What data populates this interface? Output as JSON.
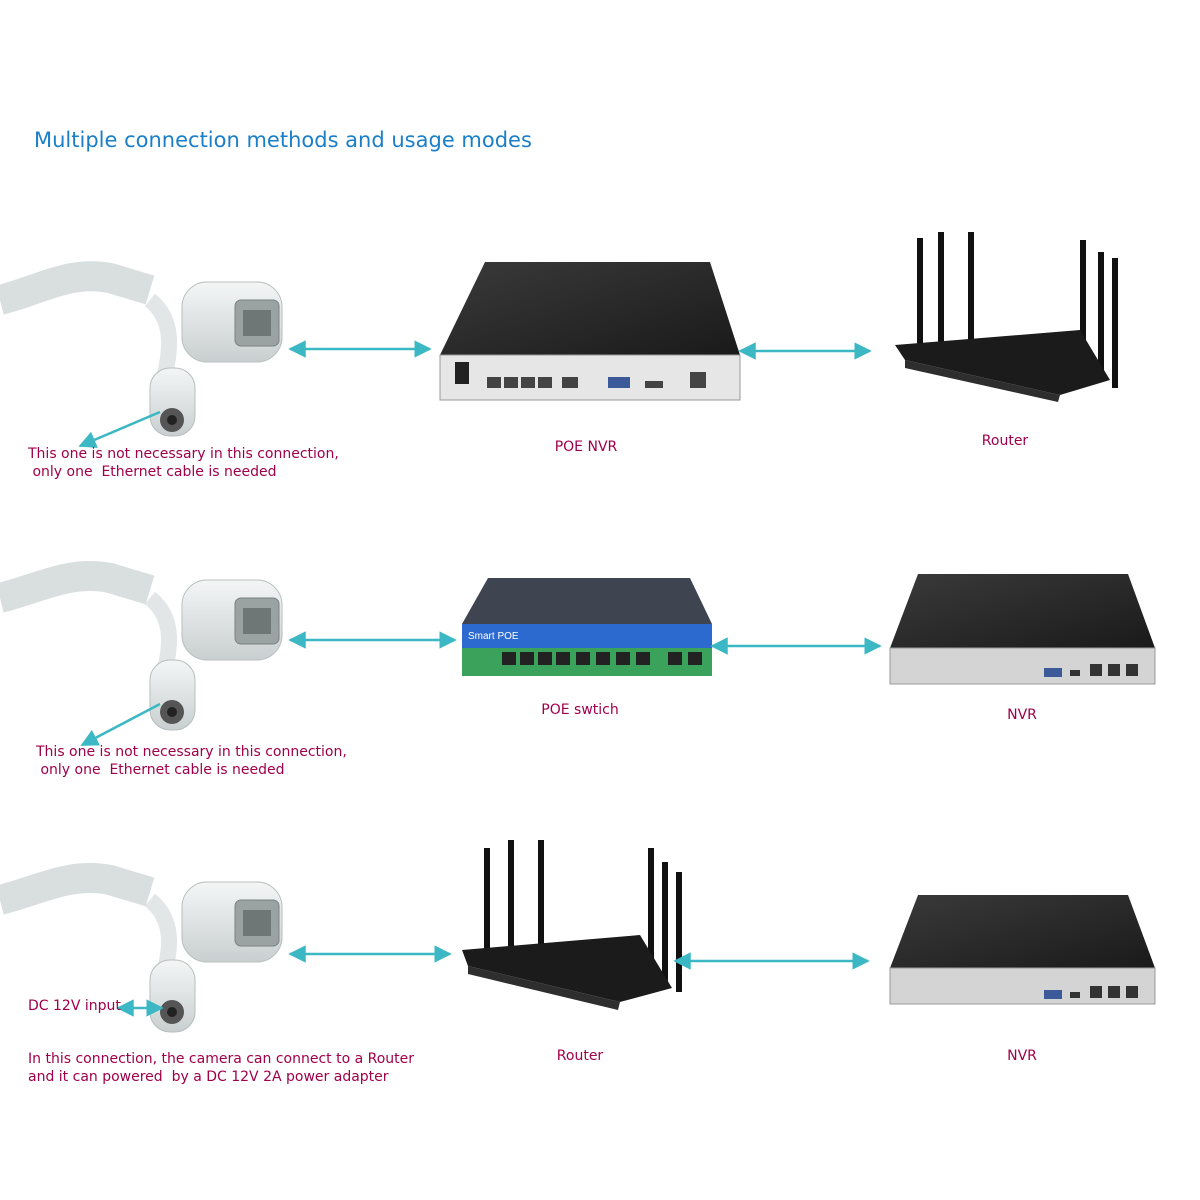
{
  "title": "Multiple connection methods and usage modes",
  "colors": {
    "title": "#1a7fc8",
    "caption": "#a0004a",
    "arrow": "#3bb8c4"
  },
  "rows": [
    {
      "note_line1": "This one is not necessary in this connection,",
      "note_line2": " only one  Ethernet cable is needed",
      "device_a_label": "POE NVR",
      "device_b_label": "Router"
    },
    {
      "note_line1": "This one is not necessary in this connection,",
      "note_line2": " only one  Ethernet cable is needed",
      "device_a_label": "POE swtich",
      "device_b_label": "NVR"
    },
    {
      "dc_label": "DC 12V input",
      "note_line1": "In this connection, the camera can connect to a Router",
      "note_line2": "and it can powered  by a DC 12V 2A power adapter",
      "device_a_label": "Router",
      "device_b_label": "NVR"
    }
  ],
  "switch_brand": "Smart POE"
}
